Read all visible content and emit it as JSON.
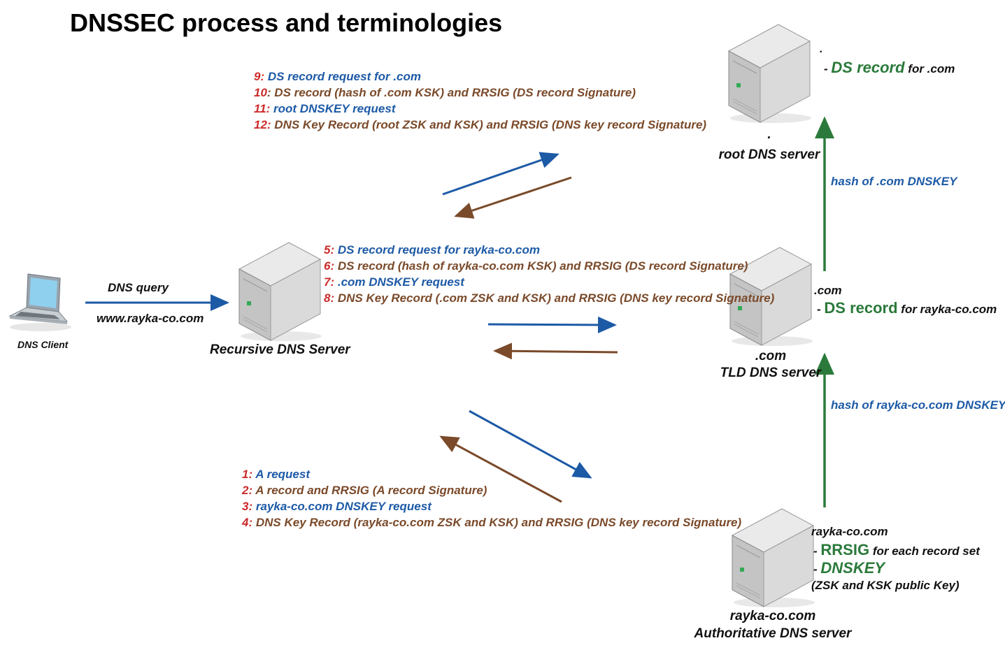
{
  "title": "DNSSEC process and terminologies",
  "colors": {
    "blue": "#1d5aa6",
    "brown": "#7a4a2a",
    "green": "#2b7a3b",
    "red": "#cc2a2a"
  },
  "client": {
    "label": "DNS Client",
    "query_label": "DNS query",
    "query_domain": "www.rayka-co.com"
  },
  "recursive": {
    "label": "Recursive DNS Server"
  },
  "root": {
    "dot": ".",
    "label": "root DNS server",
    "top_dot": ".",
    "ds_prefix": "- ",
    "ds_record": "DS record",
    "ds_suffix": "for .com",
    "hash_label": "hash of .com DNSKEY"
  },
  "tld": {
    "name": ".com",
    "label": "TLD DNS server",
    "zone": ".com",
    "ds_prefix": "- ",
    "ds_record": "DS record",
    "ds_suffix": "for rayka-co.com",
    "hash_label": "hash of rayka-co.com DNSKEY"
  },
  "auth": {
    "name": "rayka-co.com",
    "label": "Authoritative DNS server",
    "zone": "rayka-co.com",
    "rrsig_prefix": "- ",
    "rrsig": "RRSIG",
    "rrsig_suffix": "for each record set",
    "dnskey_prefix": "- ",
    "dnskey": "DNSKEY",
    "dnskey_note": "(ZSK and KSK public Key)"
  },
  "steps_root": [
    {
      "num": "9:",
      "text": " DS record request for .com",
      "color": "blue"
    },
    {
      "num": "10",
      "text": ": DS record (hash of .com KSK) and RRSIG (DS record Signature)",
      "color": "brown"
    },
    {
      "num": "11:",
      "text": " root DNSKEY request",
      "color": "blue"
    },
    {
      "num": "12:",
      "text": " DNS Key Record (root ZSK and KSK) and RRSIG (DNS key record Signature)",
      "color": "brown"
    }
  ],
  "steps_tld": [
    {
      "num": "5:",
      "text": " DS record request for rayka-co.com",
      "color": "blue"
    },
    {
      "num": "6:",
      "text": " DS record (hash of rayka-co.com KSK) and RRSIG (DS record Signature)",
      "color": "brown"
    },
    {
      "num": "7:",
      "text": " .com DNSKEY request",
      "color": "blue"
    },
    {
      "num": "8:",
      "text": " DNS Key Record (.com ZSK and KSK) and RRSIG (DNS key record Signature)",
      "color": "brown"
    }
  ],
  "steps_auth": [
    {
      "num": "1:",
      "text": " A request",
      "color": "blue"
    },
    {
      "num": "2:",
      "text": " A record and RRSIG (A record Signature)",
      "color": "brown"
    },
    {
      "num": "3:",
      "text": " rayka-co.com DNSKEY request",
      "color": "blue"
    },
    {
      "num": "4:",
      "text": " DNS Key Record (rayka-co.com ZSK and KSK) and RRSIG (DNS key record Signature)",
      "color": "brown"
    }
  ]
}
